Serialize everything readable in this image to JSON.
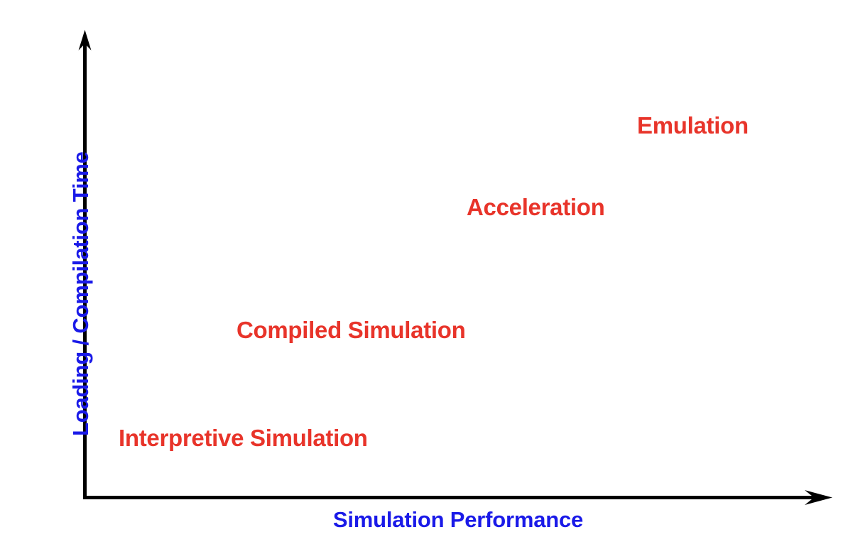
{
  "chart_data": {
    "type": "scatter",
    "title": "",
    "xlabel": "Simulation Performance",
    "ylabel": "Loading / Compilation Time",
    "grid": false,
    "legend": "none",
    "axis_style": "qualitative-arrows",
    "xlim": [
      0,
      1
    ],
    "ylim": [
      0,
      1
    ],
    "axis_color": "#000000",
    "label_color": "#e8342a",
    "axis_title_color": "#1a1ae8",
    "background_color": "#ffffff",
    "annotations": [
      {
        "label": "Interpretive Simulation",
        "x": 0.05,
        "y": 0.13
      },
      {
        "label": "Compiled Simulation",
        "x": 0.21,
        "y": 0.36
      },
      {
        "label": "Acceleration",
        "x": 0.52,
        "y": 0.62
      },
      {
        "label": "Emulation",
        "x": 0.75,
        "y": 0.8
      }
    ],
    "points": [
      {
        "name": "Interpretive Simulation",
        "x": 0.05,
        "y": 0.13
      },
      {
        "name": "Compiled Simulation",
        "x": 0.21,
        "y": 0.36
      },
      {
        "name": "Acceleration",
        "x": 0.52,
        "y": 0.62
      },
      {
        "name": "Emulation",
        "x": 0.75,
        "y": 0.8
      }
    ]
  },
  "axes": {
    "y_title": "Loading / Compilation Time",
    "x_title": "Simulation Performance"
  },
  "labels": [
    {
      "text": "Interpretive Simulation"
    },
    {
      "text": "Compiled Simulation"
    },
    {
      "text": "Acceleration"
    },
    {
      "text": "Emulation"
    }
  ],
  "colors": {
    "red": "#e8342a",
    "blue": "#1a1ae8",
    "axis": "#000000",
    "background": "#ffffff"
  }
}
